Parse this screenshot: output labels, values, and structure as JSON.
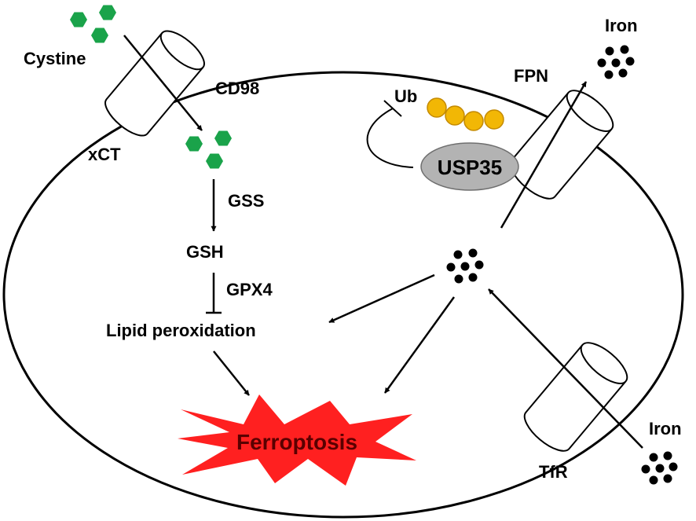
{
  "labels": {
    "cystine": "Cystine",
    "cd98": "CD98",
    "xct": "xCT",
    "gss": "GSS",
    "gsh": "GSH",
    "gpx4": "GPX4",
    "lipid_peroxidation": "Lipid peroxidation",
    "ferroptosis": "Ferroptosis",
    "ub": "Ub",
    "usp35": "USP35",
    "fpn": "FPN",
    "iron_out": "Iron",
    "iron_in": "Iron",
    "tfr": "TfR"
  },
  "colors": {
    "cystine_hexagon": "#1aa34a",
    "ubiquitin": "#f2b705",
    "ubiquitin_stroke": "#c48a00",
    "usp35_fill": "#b3b3b3",
    "ferroptosis_burst": "#ff2020",
    "ferroptosis_text": "#5a0000",
    "line": "#000000"
  }
}
